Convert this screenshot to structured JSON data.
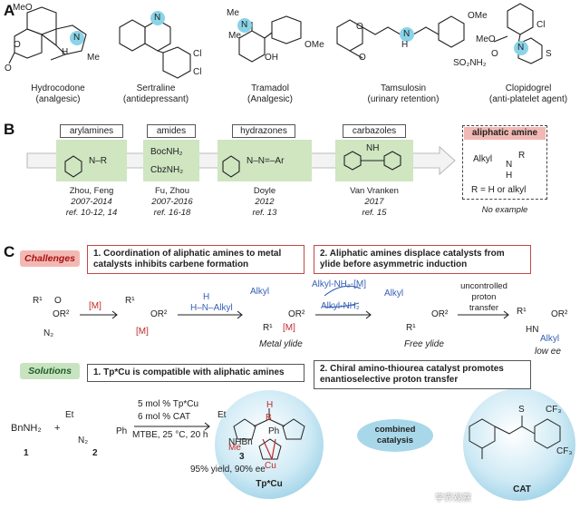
{
  "panels": {
    "a": "A",
    "b": "B",
    "c": "C"
  },
  "drugs": [
    {
      "name": "Hydrocodone",
      "use": "(analgesic)"
    },
    {
      "name": "Sertraline",
      "use": "(antidepressant)"
    },
    {
      "name": "Tramadol",
      "use": "(Analgesic)"
    },
    {
      "name": "Tamsulosin",
      "use": "(urinary retention)"
    },
    {
      "name": "Clopidogrel",
      "use": "(anti-platelet agent)"
    }
  ],
  "drug_atoms": {
    "meo": "MeO",
    "o": "O",
    "n": "N",
    "h": "H",
    "me": "Me",
    "cl1": "Cl",
    "cl2": "Cl",
    "nh": "N",
    "me2n": "Me",
    "n2": "N",
    "me3": "Me",
    "oh": "OH",
    "ome": "OMe",
    "o2": "O",
    "o3": "O",
    "hn": "N",
    "h2": "H",
    "ome2": "OMe",
    "so2nh2": "SO₂NH₂",
    "meo2": "MeO",
    "o4": "O",
    "cl3": "Cl",
    "n3": "N",
    "s": "S"
  },
  "classes": [
    {
      "label": "arylamines",
      "reagent": "N–R",
      "authors": "Zhou, Feng",
      "years": "2007-2014",
      "refs": "ref. 10-12, 14"
    },
    {
      "label": "amides",
      "reagent": "BocNH₂",
      "reagent2": "CbzNH₂",
      "authors": "Fu, Zhou",
      "years": "2007-2016",
      "refs": "ref. 16-18"
    },
    {
      "label": "hydrazones",
      "reagent": "N–N=–Ar",
      "authors": "Doyle",
      "years": "2012",
      "refs": "ref. 13"
    },
    {
      "label": "carbazoles",
      "reagent": "NH",
      "authors": "Van Vranken",
      "years": "2017",
      "refs": "ref. 15"
    }
  ],
  "aliphatic": {
    "title": "aliphatic amine",
    "alkyl": "Alkyl",
    "n": "N",
    "h": "H",
    "r": "R",
    "rdef": "R = H or alkyl",
    "note": "No example"
  },
  "challenges": {
    "tag": "Challenges",
    "c1": "1. Coordination of aliphatic amines to metal catalysts inhibits carbene formation",
    "c2": "2.  Aliphatic amines displace catalysts from ylide before asymmetric induction"
  },
  "mech": {
    "m": "[M]",
    "amine": "H–N–Alkyl",
    "amine_top": "H",
    "metal_ylide": "Metal ylide",
    "free_ylide": "Free ylide",
    "low_ee": "low ee",
    "alkylnh2_m": "Alkyl-NH₂-[M]",
    "alkylnh2": "Alkyl-NH₂",
    "uncontrolled": "uncontrolled",
    "proton": "proton",
    "transfer": "transfer",
    "r1": "R¹",
    "or2": "OR²",
    "n2": "N₂",
    "alkyl": "Alkyl",
    "hn": "HN",
    "o": "O"
  },
  "solutions": {
    "tag": "Solutions",
    "s1": "1. Tp*Cu is compatible with aliphatic amines",
    "s2": "2. Chiral amino-thiourea catalyst promotes enantioselective proton transfer"
  },
  "reaction": {
    "sm1": "BnNH₂",
    "plus": "+",
    "n1": "1",
    "n2": "2",
    "n3": "3",
    "cond1": "5 mol % Tp*Cu",
    "cond2": "6 mol % CAT",
    "cond3": "MTBE, 25 °C, 20 h",
    "nhbn": "NHBn",
    "et": "Et",
    "ph": "Ph",
    "n2grp": "N₂",
    "yield": "95% yield, 90% ee"
  },
  "catalysts": {
    "tp": "Tp*Cu",
    "cat": "CAT",
    "combined": "combined",
    "catalysis": "catalysis",
    "cf3a": "CF₃",
    "cf3b": "CF₃",
    "s": "S",
    "me": "Me",
    "cu": "Cu",
    "b": "B",
    "h": "H"
  },
  "watermark": "学界观察"
}
